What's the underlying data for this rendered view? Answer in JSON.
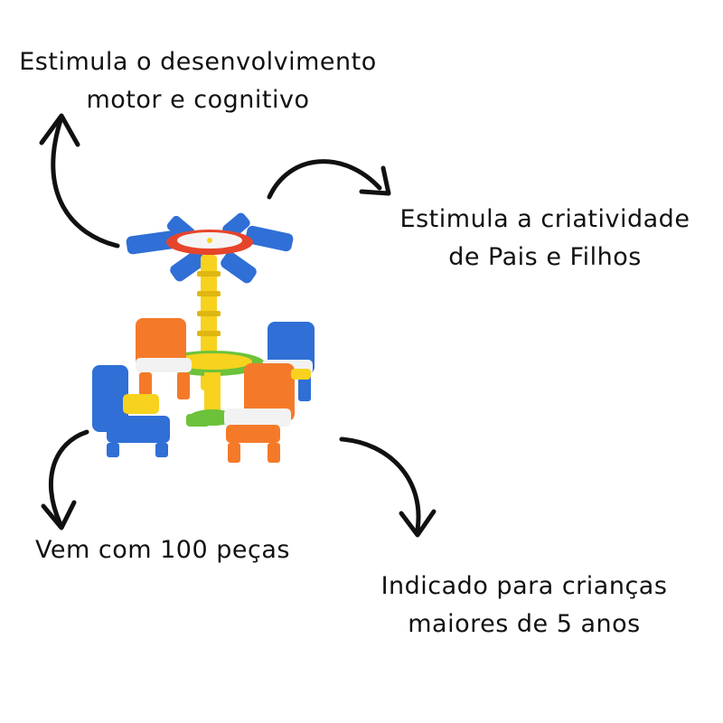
{
  "captions": {
    "top_left": {
      "line1": "Estimula o desenvolvimento",
      "line2": "motor e cognitivo"
    },
    "top_right": {
      "line1": "Estimula a criatividade",
      "line2": "de Pais e Filhos"
    },
    "bottom_left": {
      "line1": "Vem com 100 peças"
    },
    "bottom_right": {
      "line1": "Indicado para crianças",
      "line2": "maiores de 5 anos"
    }
  },
  "colors": {
    "ink": "#111111",
    "blue": "#2f6fd6",
    "orange": "#f47a2a",
    "yellow": "#f7d21e",
    "green": "#6cc23a",
    "red": "#e6452b",
    "white": "#f2f2f2"
  }
}
